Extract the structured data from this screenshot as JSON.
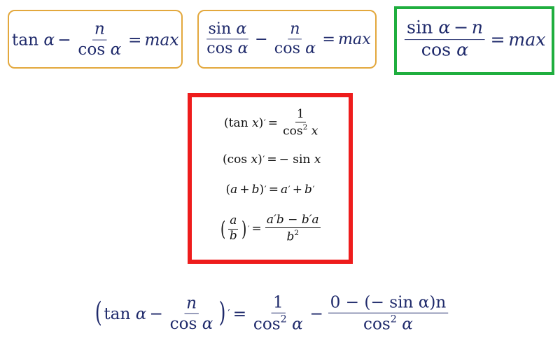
{
  "colors": {
    "formula_text": "#1f2a6b",
    "rule_text": "#111111",
    "candidate_border": "#e3a83d",
    "chosen_border": "#1fae3e",
    "rules_border": "#ee1c1c"
  },
  "formulas": {
    "f1": {
      "tan": "tan",
      "alpha": "α",
      "minus": "−",
      "num": "n",
      "den_cos": "cos",
      "den_alpha": "α",
      "eq": "=",
      "max": "max"
    },
    "f2": {
      "n1_sin": "sin",
      "n1_alpha": "α",
      "d1_cos": "cos",
      "d1_alpha": "α",
      "minus": "−",
      "n2": "n",
      "d2_cos": "cos",
      "d2_alpha": "α",
      "eq": "=",
      "max": "max"
    },
    "f3": {
      "n_sin": "sin",
      "n_alpha": "α",
      "n_minus": "−",
      "n_n": "n",
      "d_cos": "cos",
      "d_alpha": "α",
      "eq": "=",
      "max": "max"
    }
  },
  "rules": {
    "r1": {
      "lp": "(",
      "tan": "tan",
      "x": "x",
      "rp": ")",
      "prime": "′",
      "eq": "=",
      "num": "1",
      "den_cos": "cos",
      "den_sq": "2",
      "den_x": "x"
    },
    "r2": {
      "lp": "(",
      "cos": "cos",
      "x": "x",
      "rp": ")",
      "prime": "′",
      "eq": "=",
      "minus": "−",
      "sin": "sin",
      "x2": "x"
    },
    "r3": {
      "lp": "(",
      "a": "a",
      "plus": "+",
      "b": "b",
      "rp": ")",
      "prime": "′",
      "eq": "=",
      "a2": "a",
      "p2": "′",
      "plus2": "+",
      "b2": "b",
      "p3": "′"
    },
    "r4": {
      "lp": "(",
      "in_num": "a",
      "in_den": "b",
      "rp": ")",
      "prime": "′",
      "eq": "=",
      "num": "a′b − b′a",
      "den_b": "b",
      "den_sq": "2"
    }
  },
  "result": {
    "lp": "(",
    "tan": "tan",
    "alpha": "α",
    "minus": "−",
    "f_num": "n",
    "f_den_cos": "cos",
    "f_den_alpha": "α",
    "rp": ")",
    "prime": "′",
    "eq": "=",
    "t1_num": "1",
    "t1_den_cos": "cos",
    "t1_den_sq": "2",
    "t1_den_alpha": "α",
    "minus2": "−",
    "t2_num": "0 − (− sin α)n",
    "t2_den_cos": "cos",
    "t2_den_sq": "2",
    "t2_den_alpha": "α"
  }
}
